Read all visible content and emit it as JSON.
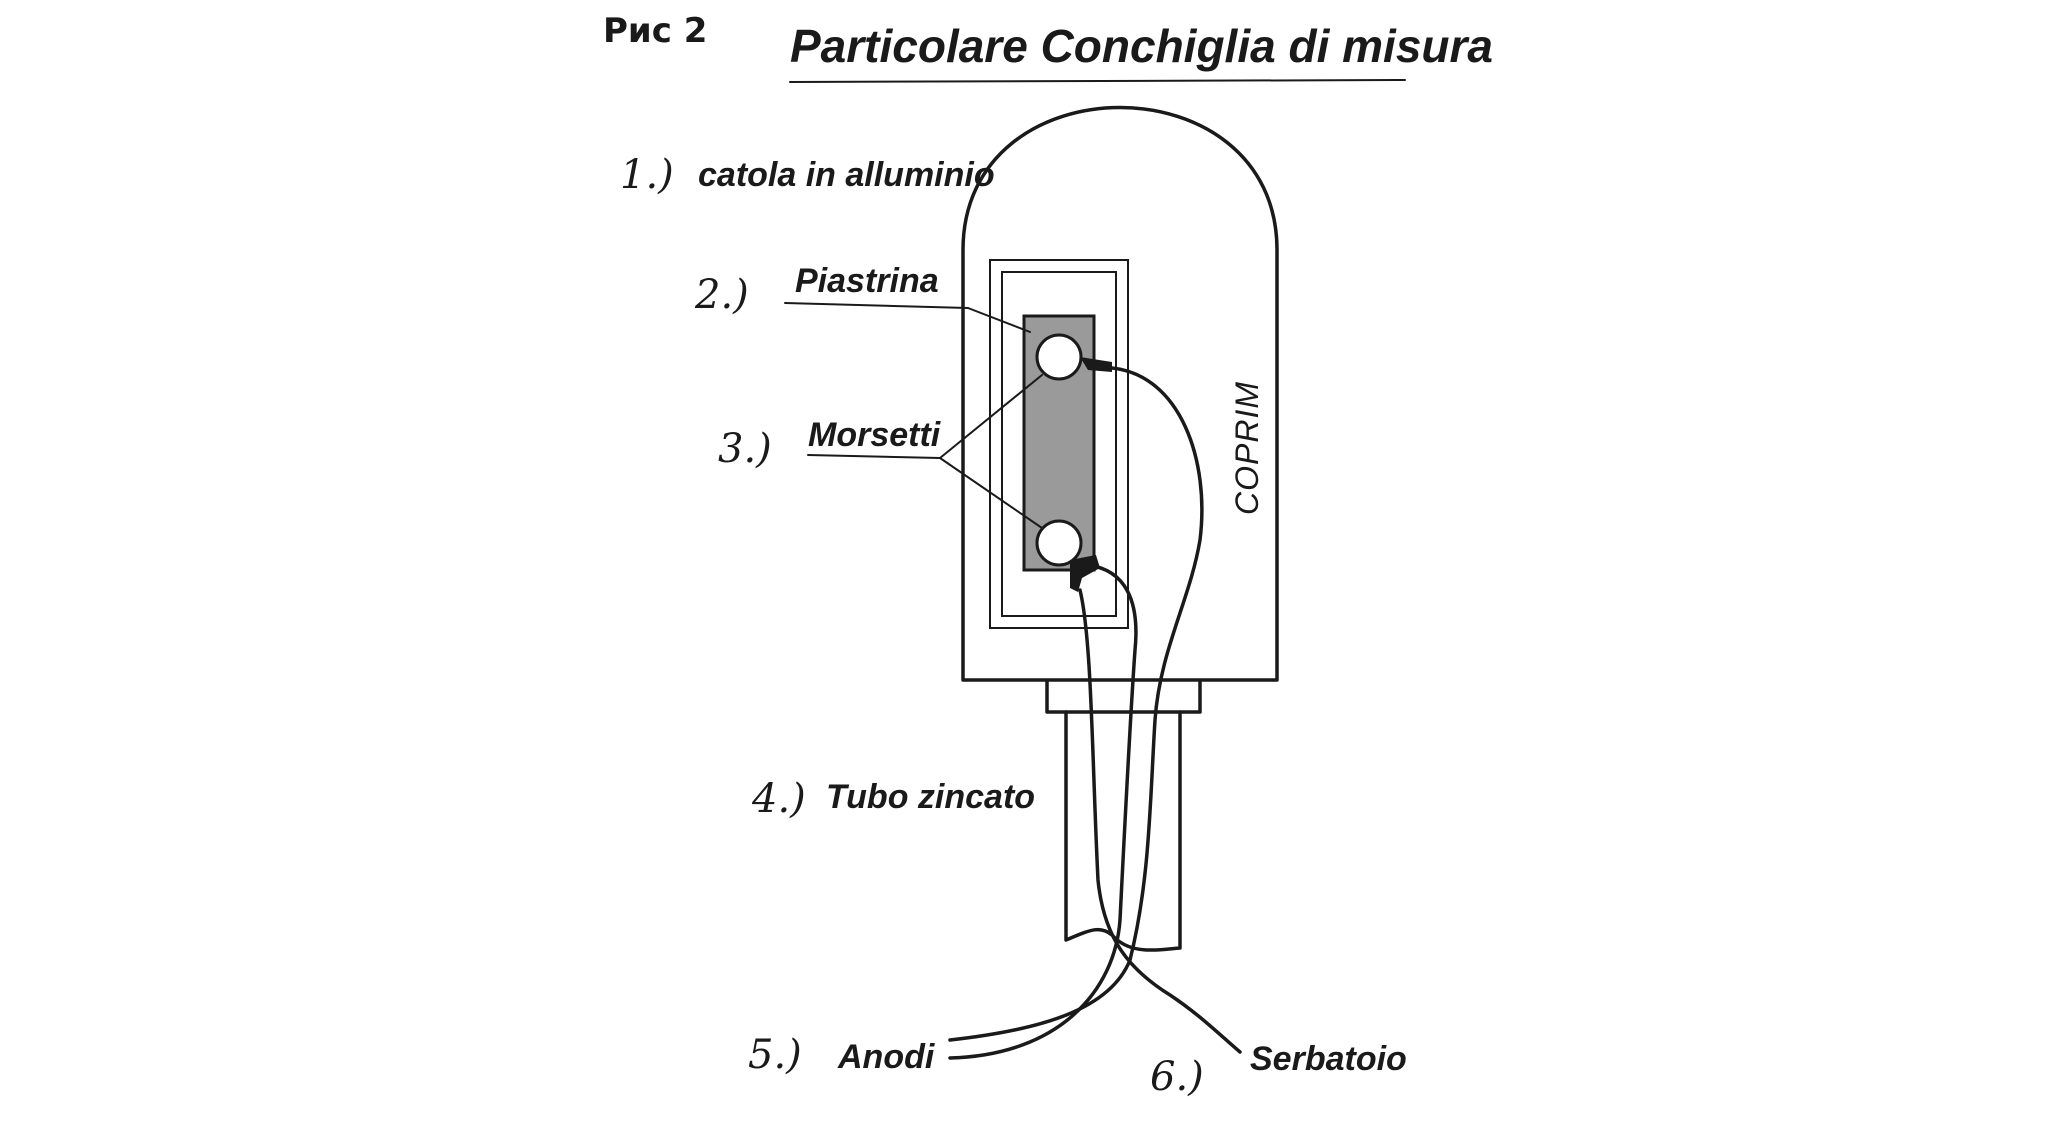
{
  "figure_label": "Рис 2",
  "title": "Particolare Conchiglia di misura",
  "brand": "COPRIM",
  "parts": [
    {
      "number": "1.)",
      "label": "catola in alluminio"
    },
    {
      "number": "2.)",
      "label": "Piastrina"
    },
    {
      "number": "3.)",
      "label": "Morsetti"
    },
    {
      "number": "4.)",
      "label": "Tubo zincato"
    },
    {
      "number": "5.)",
      "label": "Anodi"
    },
    {
      "number": "6.)",
      "label": "Serbatoio"
    }
  ],
  "colors": {
    "ink": "#1a1a1a",
    "plate_fill": "#9a9a9a",
    "background": "#ffffff"
  }
}
